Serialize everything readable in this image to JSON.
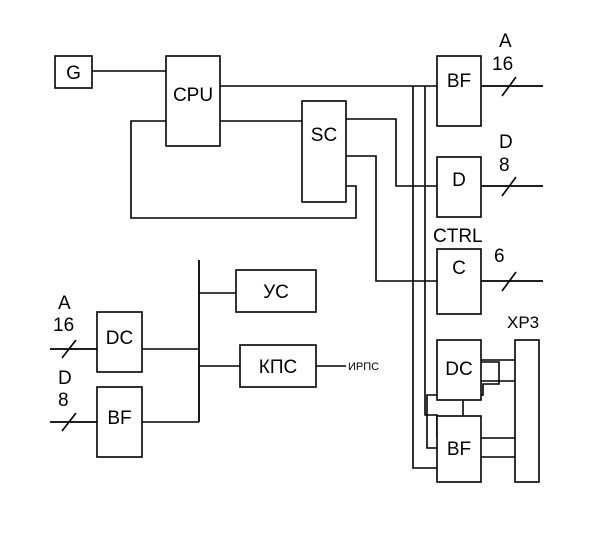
{
  "blocks": {
    "g": "G",
    "cpu": "CPU",
    "sc": "SC",
    "bf_addr": "BF",
    "d_data": "D",
    "c_ctrl": "C",
    "us": "УС",
    "kps": "КПС",
    "dc_left": "DC",
    "bf_left": "BF",
    "dc_right": "DC",
    "bf_right": "BF"
  },
  "buses": {
    "addr_name": "A",
    "addr_width": "16",
    "data_name": "D",
    "data_width": "8",
    "ctrl_name": "CTRL",
    "ctrl_width": "6",
    "left_addr_name": "A",
    "left_addr_width": "16",
    "left_data_name": "D",
    "left_data_width": "8"
  },
  "connectors": {
    "irps": "ИРПС",
    "xp3": "XP3"
  }
}
